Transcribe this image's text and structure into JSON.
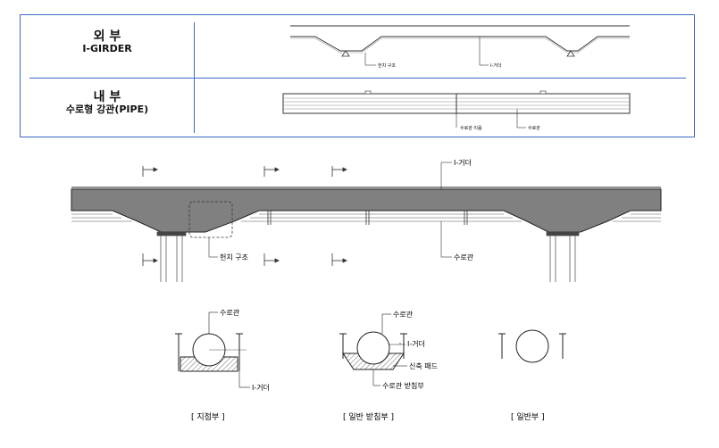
{
  "legend": {
    "exterior": {
      "title": "외 부",
      "subtitle": "I-GIRDER"
    },
    "interior": {
      "title": "내 부",
      "subtitle": "수로형 강관(PIPE)"
    },
    "labels": {
      "haunch_small": "헌치 구조",
      "igirder_small": "I-거더",
      "pipe_small": "수로관 이음",
      "pipe_small2": "수로관"
    }
  },
  "elevation": {
    "igirder": "I-거더",
    "haunch": "헌치 구조",
    "pipe": "수로관"
  },
  "sections": [
    {
      "caption": "[ 지점부 ]",
      "labels": {
        "top": "수로관",
        "bottom": "I-거더"
      }
    },
    {
      "caption": "[ 일반 받침부 ]",
      "labels": {
        "top": "수로관",
        "right1": "I-거더",
        "right2": "신축 패드",
        "bottom": "수로관 받침부"
      }
    },
    {
      "caption": "[ 일반부 ]",
      "labels": {}
    }
  ]
}
